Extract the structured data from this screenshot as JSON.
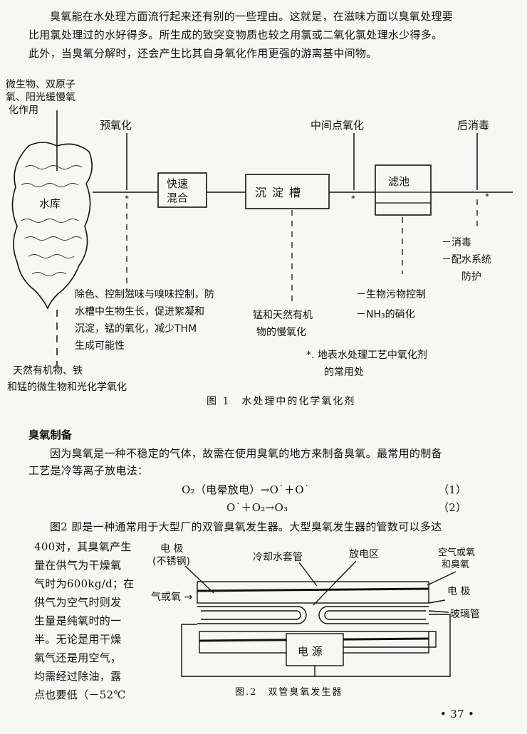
{
  "intro": {
    "lines": [
      "臭氧能在水处理方面流行起来还有别的一些理由。这就是，在滋味方面以臭氧处理要",
      "比用氯处理过的水好得多。所生成的致突变物质也较之用氯或二氧化氯处理水少得多。",
      "此外，当臭氧分解时，还会产生比其自身氧化作用更强的游离基中间物。"
    ]
  },
  "figure1": {
    "top_left_note": [
      "微生物、双原子",
      "氧、阳光缓慢氧",
      "化作用"
    ],
    "pre_oxidation": "预氧化",
    "mid_oxidation": "中间点氧化",
    "post_disinfection": "后消毒",
    "reservoir": "水库",
    "rapid_mix": [
      "快速",
      "混合"
    ],
    "sedimentation": "沉淀槽",
    "filter": "滤池",
    "post_notes": [
      "－消毒",
      "－配水系统",
      "防护"
    ],
    "filter_notes": [
      "－生物污物控制",
      "－NH₃的硝化"
    ],
    "pre_notes": [
      "除色、控制滋味与嗅味控制，防",
      "水槽中生物生长，促进絮凝和",
      "沉淀，锰的氧化，减少THM",
      "生成可能性"
    ],
    "sed_notes": [
      "锰和天然有机",
      "物的慢氧化"
    ],
    "footnote": [
      "*. 地表水处理工艺中氧化剂",
      "的常用处"
    ],
    "bottom_left_note": [
      "天然有机物、铁",
      "和锰的微生物和光化学氧化"
    ],
    "caption": "图 1　水处理中的化学氧化剂"
  },
  "section": {
    "heading": "臭氧制备",
    "lines": [
      "因为臭氧是一种不稳定的气体，故需在使用臭氧的地方来制备臭氧。最常用的制备",
      "工艺是冷等离子放电法："
    ],
    "equations": [
      {
        "text": "O₂（电晕放电）→O˙＋O˙",
        "number": "（1）"
      },
      {
        "text": "O˙＋O₂→O₃",
        "number": "（2）"
      }
    ],
    "para2_first": "图2 即是一种通常用于大型厂的双管臭氧发生器。大型臭氧发生器的管数可以多达",
    "para2_column": [
      "400对，其臭氧产生",
      "量在供气为干燥氧",
      "气时为600kg/d；在",
      "供气为空气时则发",
      "生量是纯氧时的一",
      "半。无论是用干燥",
      "氧气还是用空气，",
      "均需经过除油，露",
      "点也要低（－52℃"
    ]
  },
  "figure2": {
    "electrode_left": [
      "电 极",
      "(不锈钢)"
    ],
    "cooling_jacket": "冷却水套管",
    "discharge_zone": "放电区",
    "outlet": [
      "空气或氧",
      "和臭氧"
    ],
    "inlet": "气或氧 →",
    "electrode_right": "电 极",
    "glass_tube": "玻璃管",
    "power": "电 源",
    "caption": "图.2　双管臭氧发生器"
  },
  "page_number": "• 37 •"
}
